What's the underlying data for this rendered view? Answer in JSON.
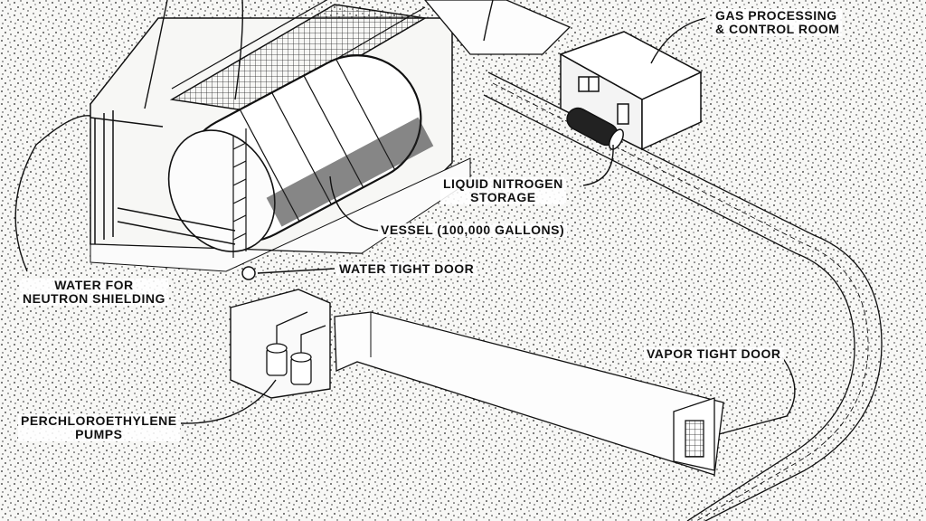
{
  "colors": {
    "ink": "#111111",
    "paper": "#f7f7f5",
    "stipple": "#222222"
  },
  "labels": {
    "gas_processing": [
      "GAS PROCESSING",
      "& CONTROL ROOM"
    ],
    "liquid_nitrogen": [
      "LIQUID NITROGEN",
      "STORAGE"
    ],
    "vessel": "VESSEL (100,000 GALLONS)",
    "water_tight_door": "WATER TIGHT DOOR",
    "water_shielding": [
      "WATER FOR",
      "NEUTRON SHIELDING"
    ],
    "vapor_tight_door": "VAPOR TIGHT DOOR",
    "pumps": [
      "PERCHLOROETHYLENE",
      "PUMPS"
    ]
  }
}
